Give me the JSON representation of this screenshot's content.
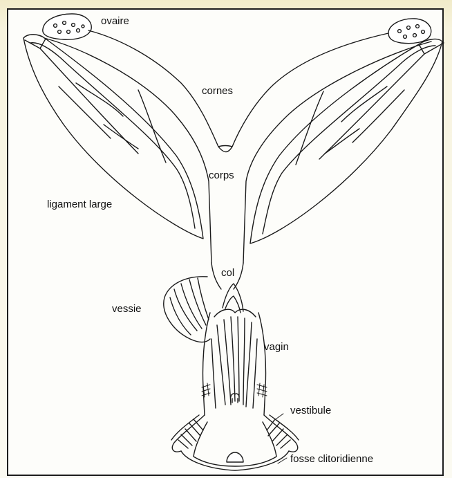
{
  "labels": {
    "ovaire": "ovaire",
    "cornes": "cornes",
    "corps": "corps",
    "ligament_large": "ligament large",
    "col": "col",
    "vessie": "vessie",
    "vagin": "vagin",
    "vestibule": "vestibule",
    "fosse_clitoridienne": "fosse clitoridienne"
  },
  "colors": {
    "line": "#1a1a1a",
    "frame": "#1c1c1c",
    "paper": "#fdfdfa"
  }
}
